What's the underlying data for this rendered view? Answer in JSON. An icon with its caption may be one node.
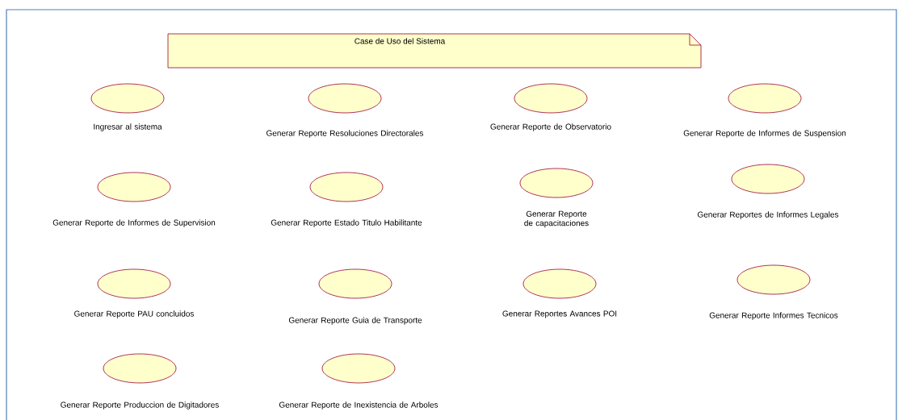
{
  "diagram": {
    "nodes": [
      {
        "text": [
          "Case de Uso del Sistema"
        ]
      },
      {
        "text": [
          "Ingresar al sistema"
        ]
      },
      {
        "text": [
          "Generar Reporte Resoluciones Directorales"
        ]
      },
      {
        "text": [
          "Generar Reporte de Observatorio"
        ]
      },
      {
        "text": [
          "Generar Reporte de Informes de Suspension"
        ]
      },
      {
        "text": [
          "Generar Reporte de Informes de Supervision"
        ]
      },
      {
        "text": [
          "Generar Reporte Estado Titulo Habilitante"
        ]
      },
      {
        "text": [
          "Generar Reporte de capacitaciones"
        ]
      },
      {
        "text": [
          "Generar Reportes de Informes Legales"
        ]
      },
      {
        "text": [
          "Generar Reporte PAU concluidos"
        ]
      },
      {
        "text": [
          "Generar Reporte Guia de Transporte"
        ]
      },
      {
        "text": [
          "Generar Reportes Avances POI"
        ]
      },
      {
        "text": [
          "Generar Reporte Informes Tecnicos"
        ]
      },
      {
        "text": [
          "Generar Reporte Produccion de Digitadores"
        ]
      },
      {
        "text": [
          "Generar Reporte de Inexistencia de Arboles"
        ]
      }
    ],
    "edges": []
  }
}
